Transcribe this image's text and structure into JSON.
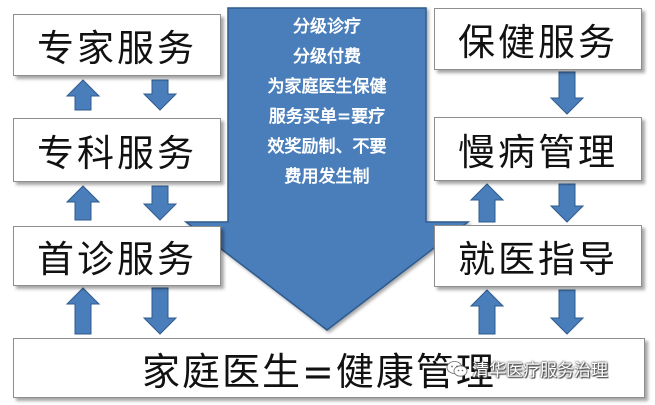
{
  "left_column": {
    "specialist_service": "专家服务",
    "specialty_service": "专科服务",
    "first_visit_service": "首诊服务"
  },
  "right_column": {
    "healthcare_service": "保健服务",
    "chronic_management": "慢病管理",
    "medical_guidance": "就医指导"
  },
  "center": {
    "lines": [
      "分级诊疗",
      "分级付费",
      "为家庭医生保健",
      "服务买单=要疗",
      "效奖励制、不要",
      "费用发生制"
    ]
  },
  "bottom": {
    "label": "家庭医生=健康管理"
  },
  "watermark": {
    "text": "清华医疗服务治理",
    "icon": "wechat-icon"
  },
  "colors": {
    "arrow_blue": "#4A7EBB",
    "arrow_border": "#2F5A8C",
    "text_dark": "#111111",
    "box_border": "#8e8e8e"
  }
}
